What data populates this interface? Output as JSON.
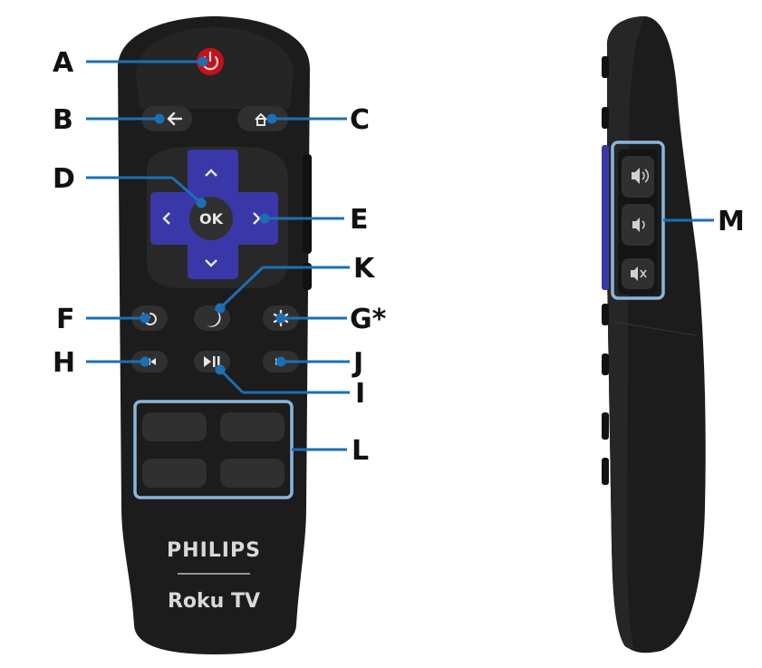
{
  "colors": {
    "remote_body": "#1c1c1c",
    "button": "#303030",
    "dpad": "#3a38a8",
    "power": "#c4121a",
    "callout_line": "#1b6fb5",
    "callout_box": "#8ab6dc"
  },
  "callouts": {
    "a": "A",
    "b": "B",
    "c": "C",
    "d": "D",
    "e": "E",
    "f": "F",
    "g": "G*",
    "h": "H",
    "i": "I",
    "j": "J",
    "k": "K",
    "l": "L",
    "m": "M"
  },
  "remote_front": {
    "brand": "PHILIPS",
    "product": "Roku TV",
    "buttons": {
      "power": "power-icon",
      "back": "back-arrow-icon",
      "home": "home-icon",
      "ok": "OK",
      "up": "chevron-up-icon",
      "down": "chevron-down-icon",
      "left": "chevron-left-icon",
      "right": "chevron-right-icon",
      "replay": "replay-icon",
      "sleep": "moon-icon",
      "options": "asterisk-icon",
      "rewind": "rewind-icon",
      "play_pause": "play-pause-icon",
      "fast_forward": "fast-forward-icon"
    }
  },
  "remote_side": {
    "buttons": {
      "volume_up": "volume-up-icon",
      "volume_down": "volume-down-icon",
      "mute": "mute-icon"
    }
  }
}
